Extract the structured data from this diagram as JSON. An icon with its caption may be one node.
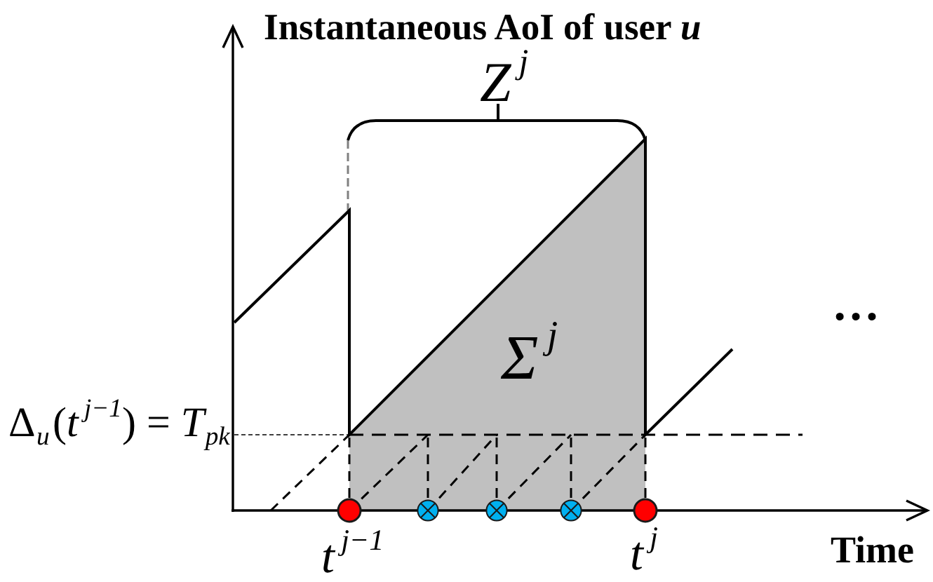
{
  "diagram": {
    "title": "Instantaneous AoI of user *u*",
    "labels": [
      "Z$^{j}$",
      "Σ$^{j}$",
      "…",
      "Δ$_{u}$(*t*$^{j−1}$) = *T*$_{pk}$",
      "t$^{j−1}$",
      "t$^{j}$",
      "Time"
    ]
  }
}
